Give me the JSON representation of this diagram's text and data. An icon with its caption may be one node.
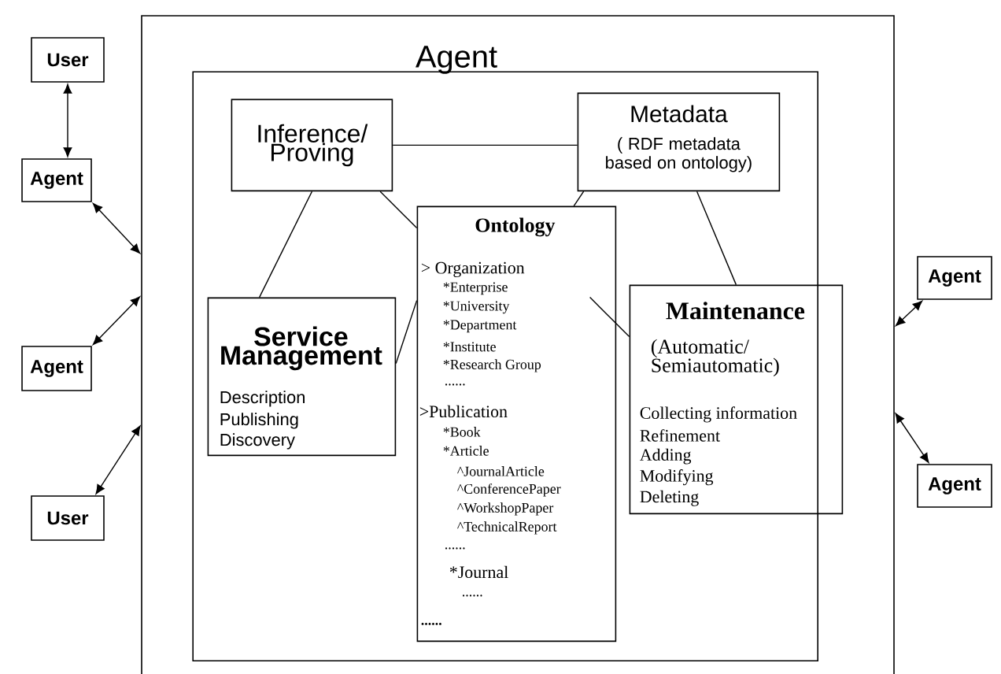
{
  "diagram": {
    "nodes": [
      {
        "text": [
          "Agent"
        ]
      },
      {
        "text": [],
        "shape": "box",
        "in": 0
      },
      {
        "text": [
          "Inference/ Proving"
        ],
        "in": 1
      },
      {
        "text": [
          "Metadata",
          "( RDF metadata based on ontology)"
        ],
        "in": 1
      },
      {
        "text": [
          "Ontology",
          "> Organization",
          "*Enterprise",
          "*University",
          "*Department",
          "*Institute",
          "*Research Group",
          "......",
          ">Publication",
          "*Book",
          "*Article",
          "^JournalArticle",
          "^ConferencePaper",
          "^WorkshopPaper",
          "^TechnicalReport",
          "......",
          "*Journal",
          "......",
          "......"
        ],
        "in": 1
      },
      {
        "text": [
          "Service Management",
          "Description",
          "Publishing",
          "Discovery"
        ],
        "in": 1
      },
      {
        "text": [
          "Maintenance",
          "(Automatic/ Semiautomatic)",
          "Collecting information",
          "Refinement",
          "Adding",
          "Modifying",
          "Deleting"
        ],
        "in": 1
      },
      {
        "text": [
          "User"
        ]
      },
      {
        "text": [
          "Agent"
        ]
      },
      {
        "text": [
          "Agent"
        ]
      },
      {
        "text": [
          "User"
        ]
      },
      {
        "text": [
          "Agent"
        ]
      },
      {
        "text": [
          "Agent"
        ]
      }
    ],
    "edges": [
      {
        "from": 7,
        "to": 8,
        "arrow": "both"
      },
      {
        "from": 8,
        "to": 0,
        "arrow": "both"
      },
      {
        "from": 9,
        "to": 0,
        "arrow": "both"
      },
      {
        "from": 10,
        "to": 0,
        "arrow": "both"
      },
      {
        "from": 11,
        "to": 0,
        "arrow": "both"
      },
      {
        "from": 12,
        "to": 0,
        "arrow": "both"
      },
      {
        "from": 2,
        "to": 3,
        "arrow": "none"
      },
      {
        "from": 2,
        "to": 5,
        "arrow": "none"
      },
      {
        "from": 2,
        "to": 4,
        "arrow": "none"
      },
      {
        "from": 3,
        "to": 4,
        "arrow": "none"
      },
      {
        "from": 3,
        "to": 6,
        "arrow": "none"
      },
      {
        "from": 4,
        "to": 5,
        "arrow": "none"
      },
      {
        "from": 4,
        "to": 6,
        "arrow": "none"
      }
    ]
  }
}
